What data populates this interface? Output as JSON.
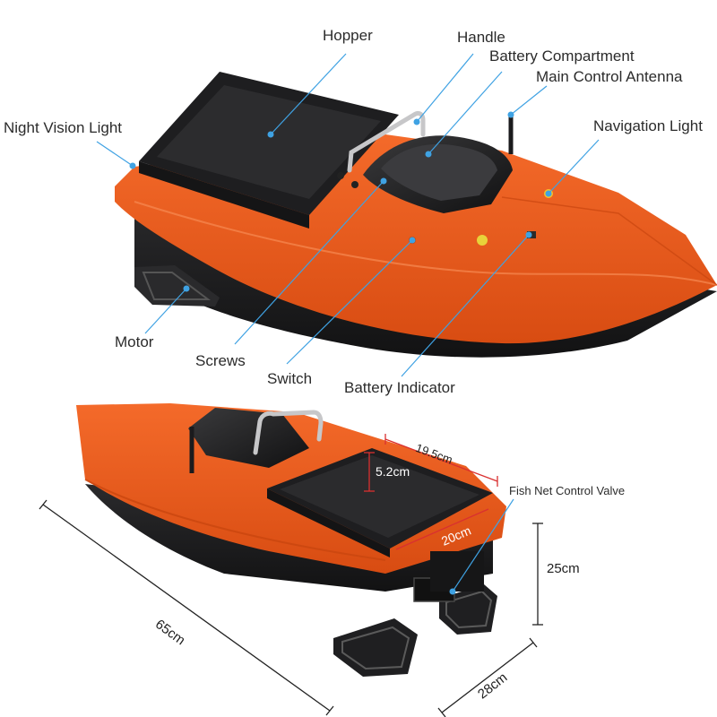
{
  "colors": {
    "hull_orange": "#ee5a1c",
    "hull_orange_dark": "#c9460f",
    "hull_black": "#1b1b1d",
    "leader_blue": "#3fa2e3",
    "dimension_red": "#d93030",
    "text": "#2b2b2b"
  },
  "labels": {
    "hopper": "Hopper",
    "handle": "Handle",
    "battery_compartment": "Battery Compartment",
    "main_control_antenna": "Main Control Antenna",
    "night_vision_light": "Night Vision Light",
    "navigation_light": "Navigation Light",
    "motor": "Motor",
    "screws": "Screws",
    "switch": "Switch",
    "battery_indicator": "Battery Indicator",
    "fish_net_control_valve": "Fish Net Control Valve"
  },
  "dimensions": {
    "hopper_length": "19.5cm",
    "hopper_depth": "5.2cm",
    "hopper_width": "20cm",
    "boat_length": "65cm",
    "boat_width": "28cm",
    "boat_height": "25cm"
  }
}
